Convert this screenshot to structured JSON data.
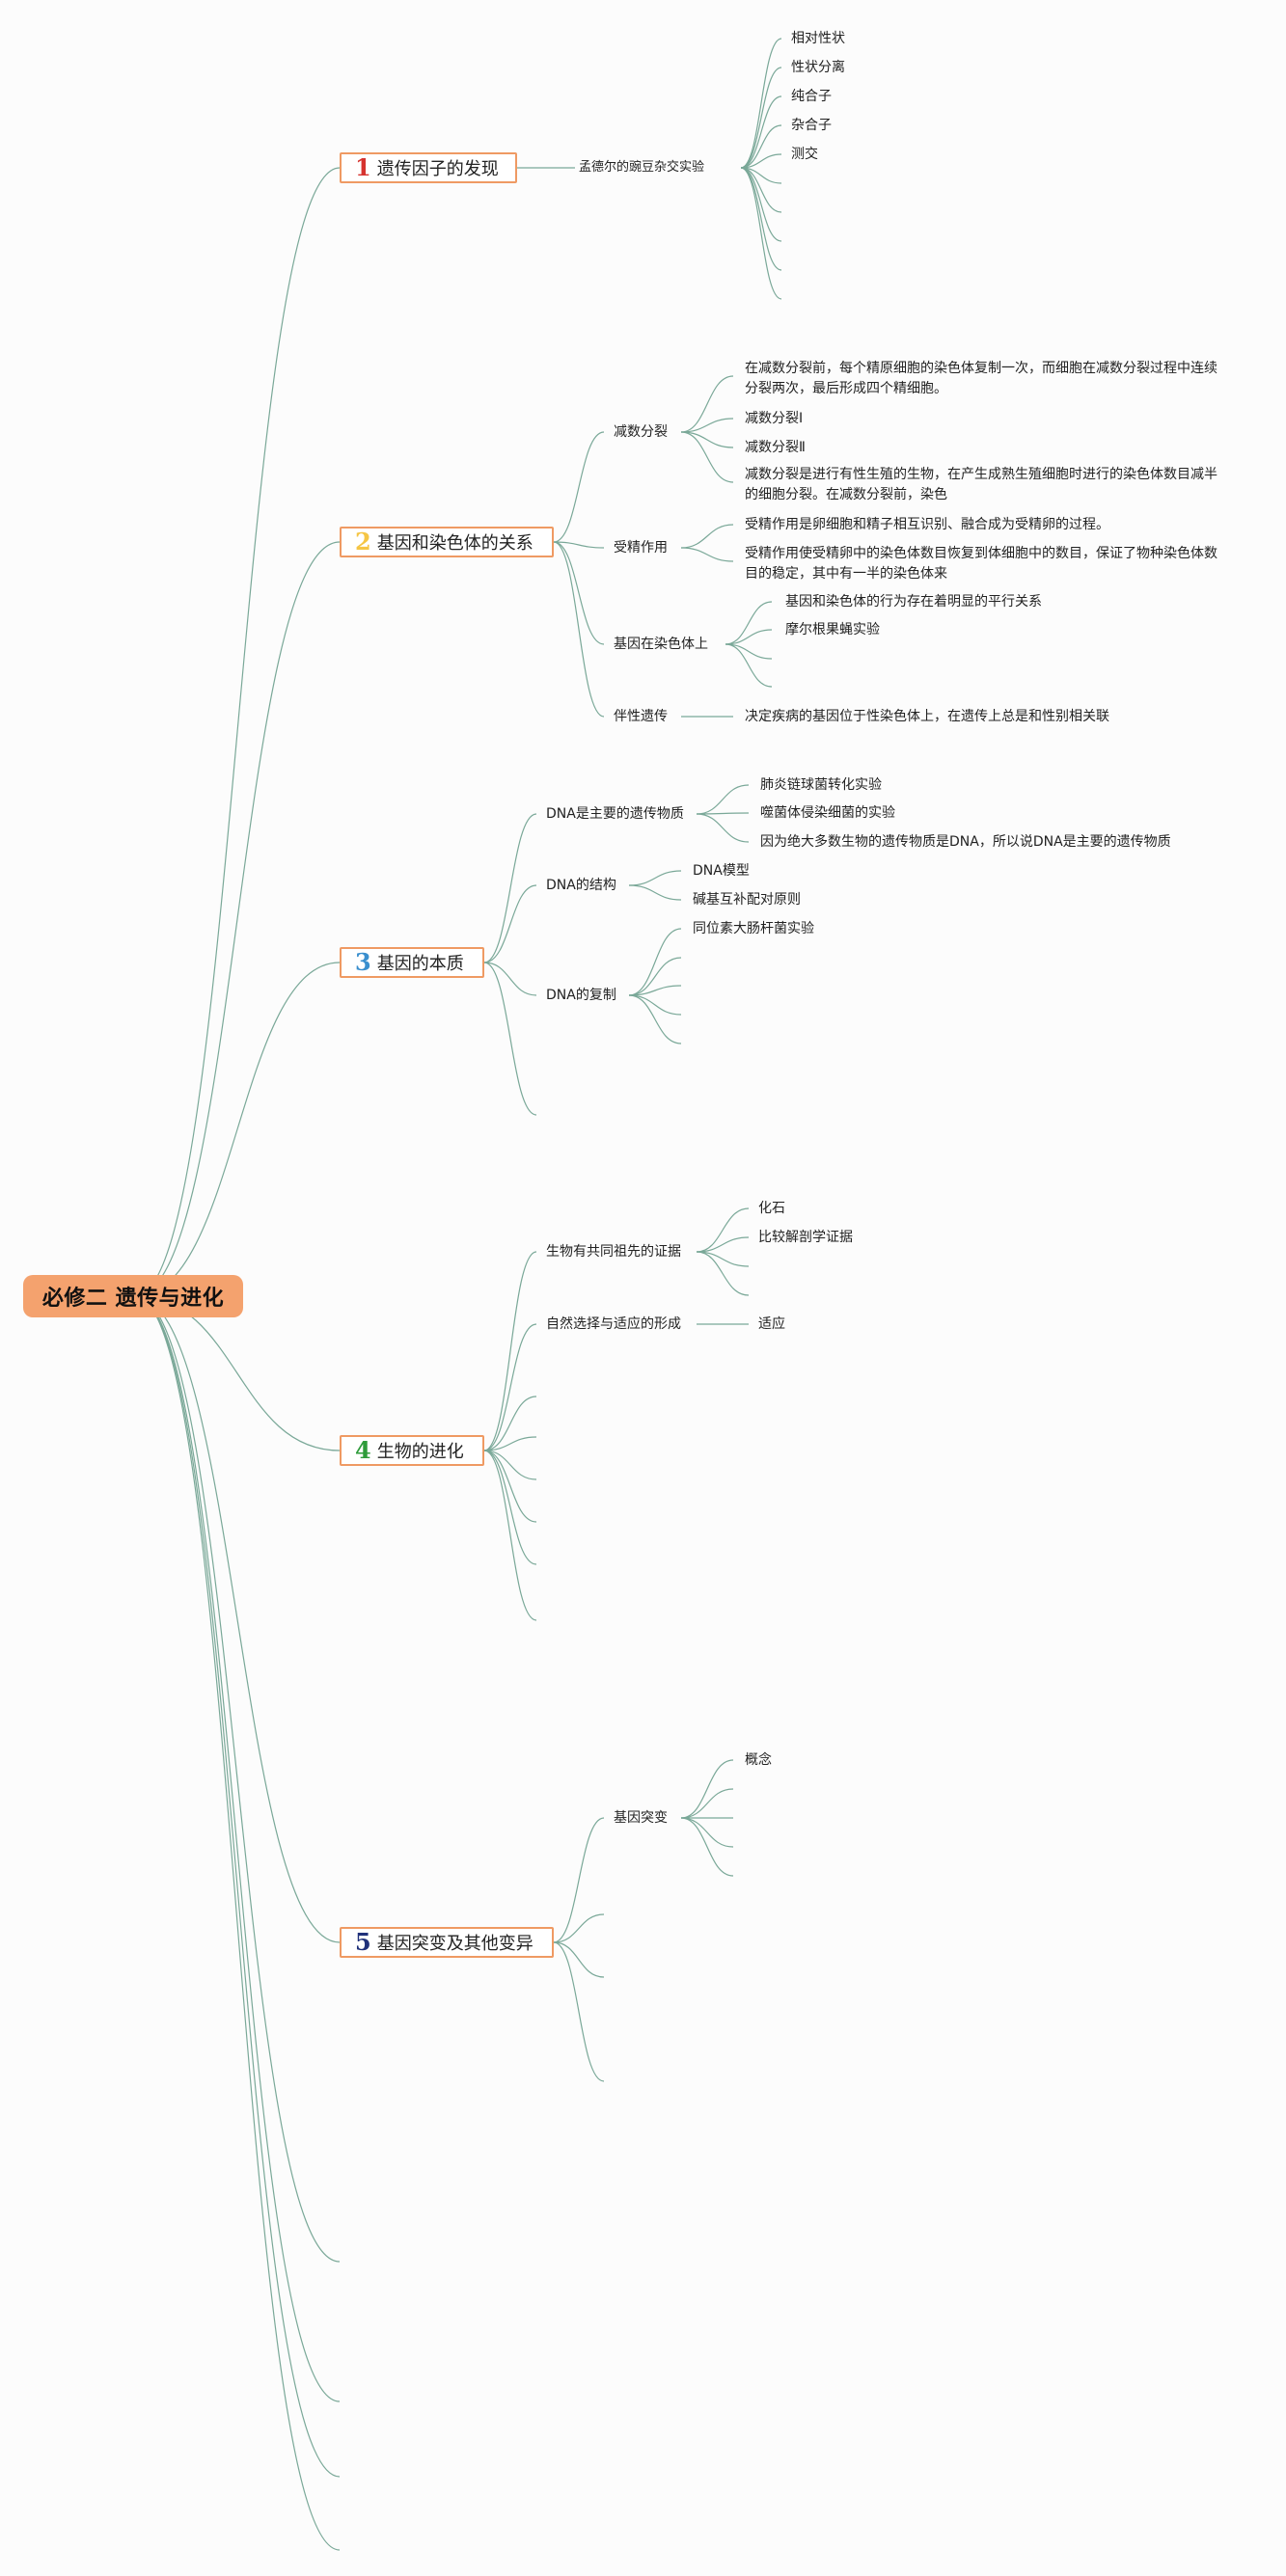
{
  "root": {
    "label": "必修二 遗传与进化"
  },
  "colors": {
    "root_bg": "#f4a26e",
    "topic_border": "#ef9a63",
    "link": "#7aa898",
    "num1": "#d6332f",
    "num2": "#f5c544",
    "num3": "#3a8fce",
    "num4": "#2e9b3a",
    "num5": "#20317a"
  },
  "topics": [
    {
      "num": "1",
      "label": "遗传因子的发现"
    },
    {
      "num": "2",
      "label": "基因和染色体的关系"
    },
    {
      "num": "3",
      "label": "基因的本质"
    },
    {
      "num": "4",
      "label": "生物的进化"
    },
    {
      "num": "5",
      "label": "基因突变及其他变异"
    }
  ],
  "t1": {
    "mendel": "孟德尔的豌豆杂交实验",
    "items": [
      "相对性状",
      "性状分离",
      "纯合子",
      "杂合子",
      "测交"
    ]
  },
  "t2": {
    "meiosis": "减数分裂",
    "meiosis_items": [
      "在减数分裂前，每个精原细胞的染色体复制一次，而细胞在减数分裂过程中连续分裂两次，最后形成四个精细胞。",
      "减数分裂Ⅰ",
      "减数分裂Ⅱ",
      "减数分裂是进行有性生殖的生物，在产生成熟生殖细胞时进行的染色体数目减半的细胞分裂。在减数分裂前，染色"
    ],
    "fertilization": "受精作用",
    "fert_items": [
      "受精作用是卵细胞和精子相互识别、融合成为受精卵的过程。",
      "受精作用使受精卵中的染色体数目恢复到体细胞中的数目，保证了物种染色体数目的稳定，其中有一半的染色体来"
    ],
    "gene_on_chrom": "基因在染色体上",
    "goc_items": [
      "基因和染色体的行为存在着明显的平行关系",
      "摩尔根果蝇实验"
    ],
    "sexlinked": "伴性遗传",
    "sexlinked_item": "决定疾病的基因位于性染色体上，在遗传上总是和性别相关联"
  },
  "t3": {
    "dna_main": "DNA是主要的遗传物质",
    "dna_main_items": [
      "肺炎链球菌转化实验",
      "噬菌体侵染细菌的实验",
      "因为绝大多数生物的遗传物质是DNA，所以说DNA是主要的遗传物质"
    ],
    "dna_struct": "DNA的结构",
    "dna_struct_items": [
      "DNA模型",
      "碱基互补配对原则"
    ],
    "dna_rep": "DNA的复制",
    "dna_rep_items": [
      "同位素大肠杆菌实验"
    ]
  },
  "t4": {
    "common": "生物有共同祖先的证据",
    "common_items": [
      "化石",
      "比较解剖学证据"
    ],
    "selection": "自然选择与适应的形成",
    "selection_item": "适应"
  },
  "t5": {
    "mutation": "基因突变",
    "mutation_items": [
      "概念"
    ]
  }
}
